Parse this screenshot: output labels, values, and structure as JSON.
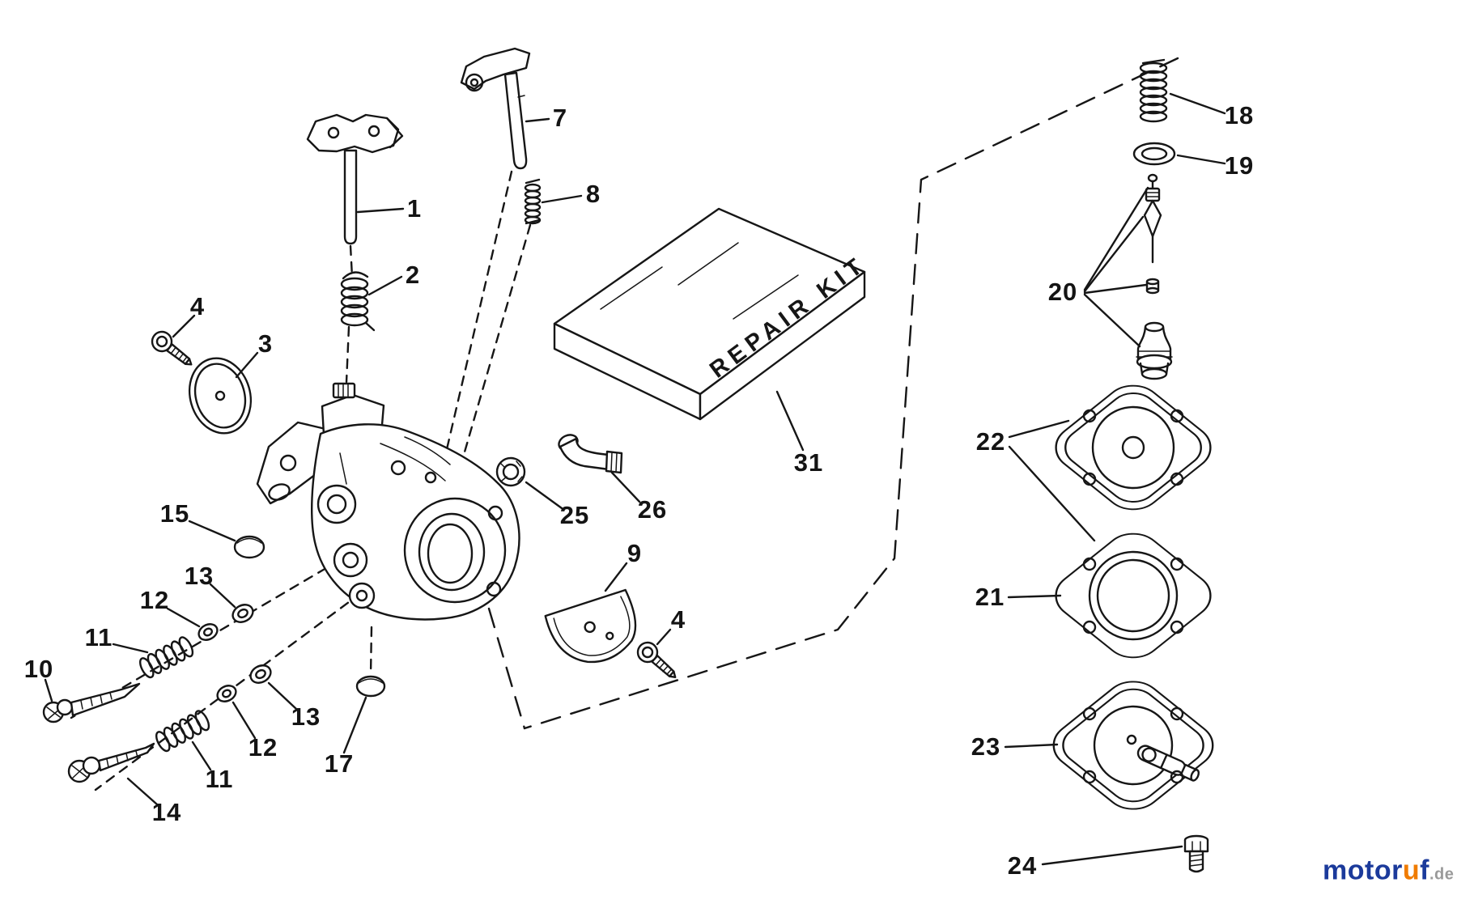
{
  "page": {
    "background_color": "#ffffff",
    "ink_color": "#161616"
  },
  "repair_kit": {
    "label": "REPAIR KIT",
    "callout": "31"
  },
  "callouts": [
    {
      "label": "1"
    },
    {
      "label": "2"
    },
    {
      "label": "3"
    },
    {
      "label": "4"
    },
    {
      "label": "7"
    },
    {
      "label": "8"
    },
    {
      "label": "31"
    },
    {
      "label": "25"
    },
    {
      "label": "26"
    },
    {
      "label": "9"
    },
    {
      "label": "4"
    },
    {
      "label": "15"
    },
    {
      "label": "13"
    },
    {
      "label": "12"
    },
    {
      "label": "11"
    },
    {
      "label": "10"
    },
    {
      "label": "13"
    },
    {
      "label": "12"
    },
    {
      "label": "11"
    },
    {
      "label": "14"
    },
    {
      "label": "17"
    },
    {
      "label": "18"
    },
    {
      "label": "19"
    },
    {
      "label": "20"
    },
    {
      "label": "22"
    },
    {
      "label": "21"
    },
    {
      "label": "23"
    },
    {
      "label": "24"
    }
  ],
  "watermark": {
    "segments": [
      {
        "text": "motor",
        "color": "#1b3a9b"
      },
      {
        "text": "u",
        "color": "#f07c00"
      },
      {
        "text": "f",
        "color": "#1b3a9b"
      },
      {
        "text": ".de",
        "color": "#9a9a9a"
      }
    ]
  }
}
